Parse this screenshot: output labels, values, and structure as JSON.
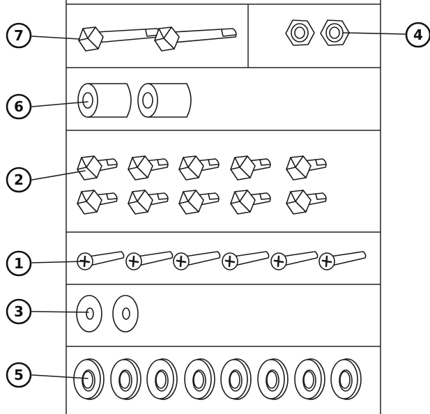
{
  "diagram": {
    "callouts": [
      {
        "id": "7",
        "label": "7",
        "part": "long-hex-bolt",
        "quantity": 2
      },
      {
        "id": "4",
        "label": "4",
        "part": "hex-nut",
        "quantity": 2
      },
      {
        "id": "6",
        "label": "6",
        "part": "spacer-sleeve",
        "quantity": 2
      },
      {
        "id": "2",
        "label": "2",
        "part": "short-hex-bolt",
        "quantity": 10
      },
      {
        "id": "1",
        "label": "1",
        "part": "phillips-screw",
        "quantity": 6
      },
      {
        "id": "3",
        "label": "3",
        "part": "flat-washer",
        "quantity": 2
      },
      {
        "id": "5",
        "label": "5",
        "part": "thick-washer",
        "quantity": 8
      }
    ],
    "colors": {
      "line": "#1a1a1a",
      "background": "#ffffff"
    }
  }
}
